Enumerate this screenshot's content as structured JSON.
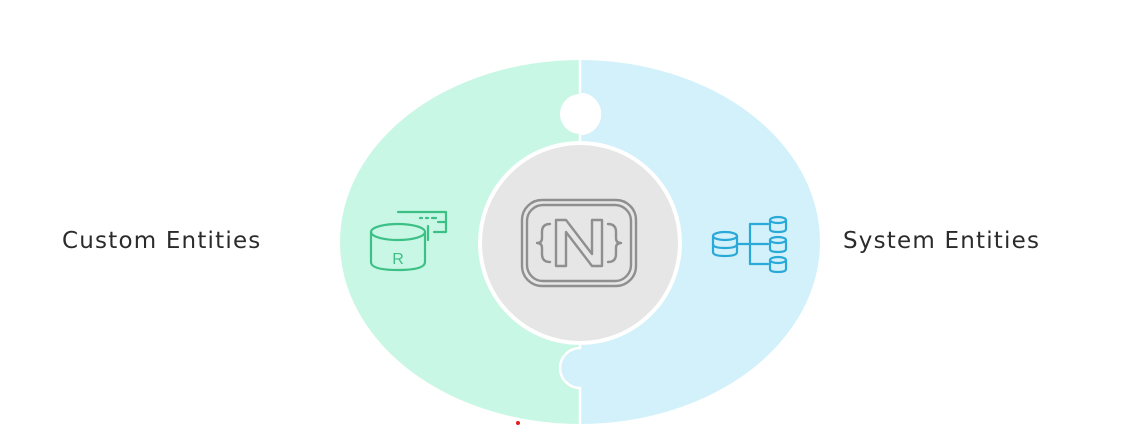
{
  "left": {
    "label": "Custom Entities",
    "icon": "custom-database-icon",
    "icon_letter": "R",
    "fill_color": "#c9f7e5",
    "icon_color": "#3cc086"
  },
  "right": {
    "label": "System Entities",
    "icon": "system-databases-icon",
    "fill_color": "#d2f1fb",
    "icon_color": "#2aa8d8"
  },
  "center": {
    "icon": "curly-n-logo-icon",
    "fill_color": "#e6e6e6",
    "icon_color": "#8f8f8f"
  }
}
